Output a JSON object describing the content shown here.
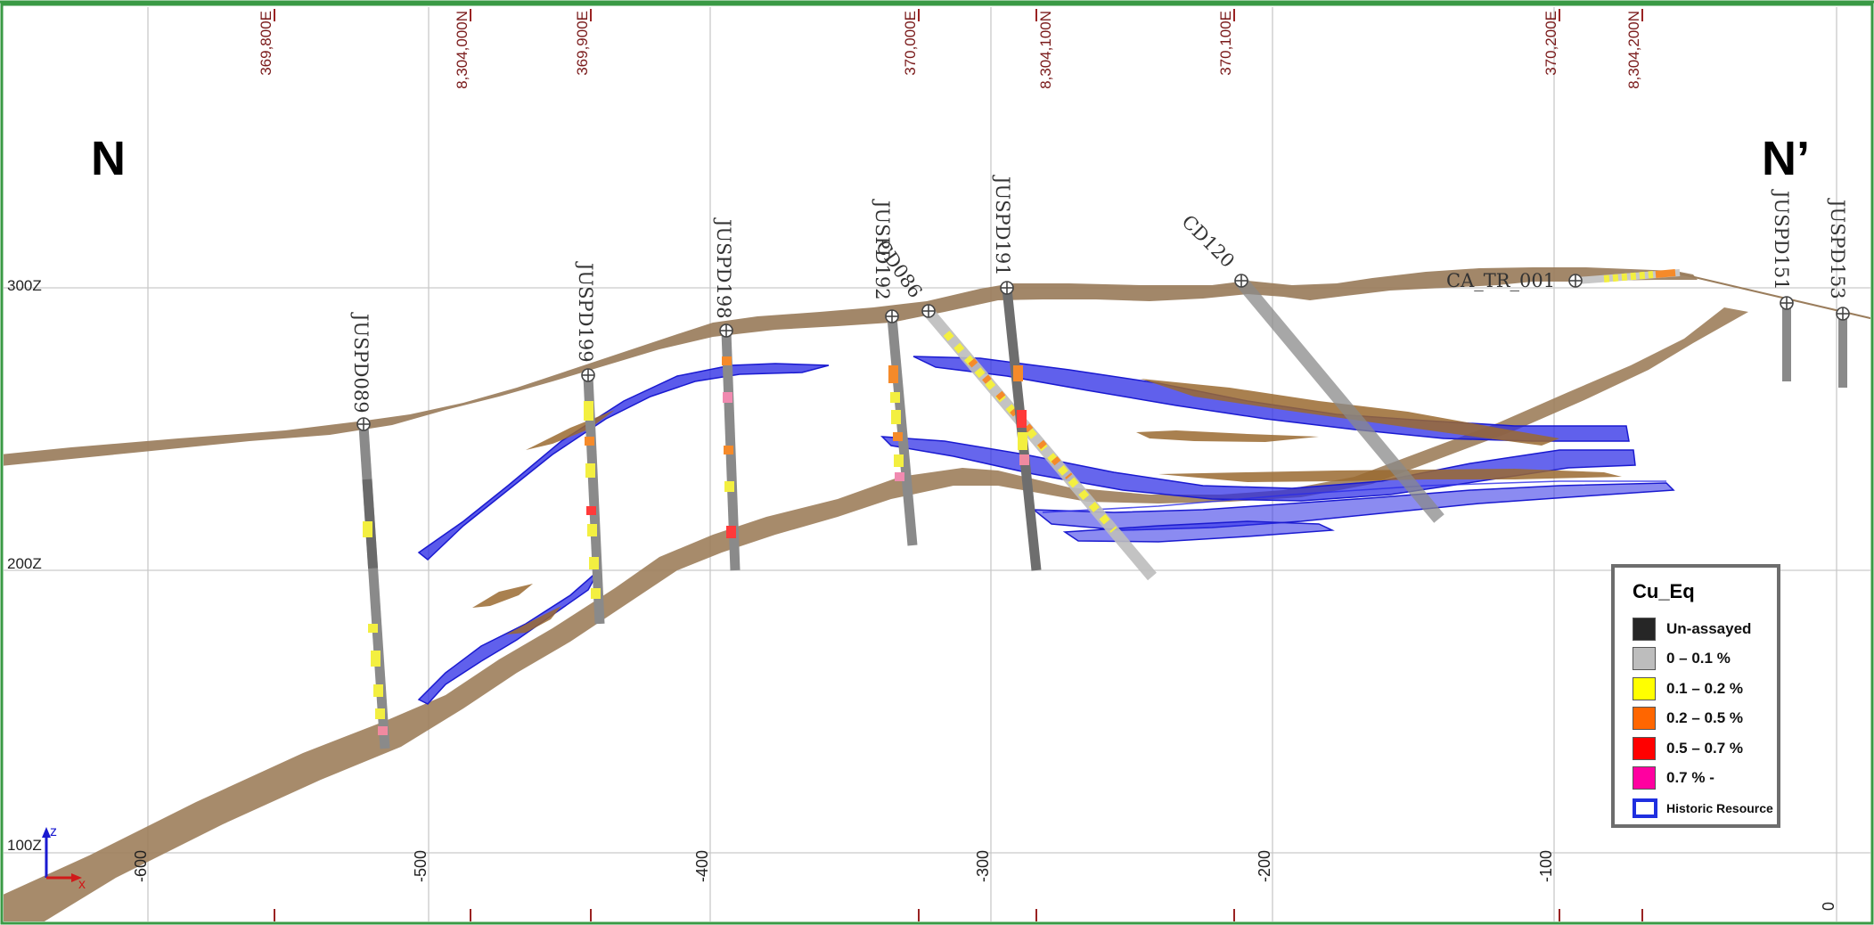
{
  "view": {
    "corner_labels": {
      "left": "N",
      "right": "N’"
    },
    "colors": {
      "frame": "#3a9a45",
      "topo": "#9a7d5c",
      "unit_band": "#9b7b57",
      "resource": "#2a2ae8",
      "hole": "#8c8c8c"
    }
  },
  "axes": {
    "eastings": [
      "369,800E",
      "369,900E",
      "370,000E",
      "370,100E",
      "370,200E"
    ],
    "northings": [
      "8,304,000N",
      "8,304,100N",
      "8,304,200N"
    ],
    "distances": [
      "-600",
      "-500",
      "-400",
      "-300",
      "-200",
      "-100",
      "0"
    ],
    "elevations": [
      "300Z",
      "200Z",
      "100Z"
    ],
    "axis_triad": {
      "z": "z",
      "x": "x"
    }
  },
  "drillholes": [
    {
      "id": "JUSPD089"
    },
    {
      "id": "JUSPD199"
    },
    {
      "id": "JUSPD198"
    },
    {
      "id": "JUSPD192"
    },
    {
      "id": "CD086"
    },
    {
      "id": "JUSPD191"
    },
    {
      "id": "CD120"
    },
    {
      "id": "CA_TR_001"
    },
    {
      "id": "JUSPD151"
    },
    {
      "id": "JUSPD153"
    }
  ],
  "legend": {
    "title": "Cu_Eq",
    "items": [
      {
        "label": "Un-assayed",
        "color": "#262626"
      },
      {
        "label": "0 – 0.1 %",
        "color": "#bdbdbd"
      },
      {
        "label": "0.1 – 0.2 %",
        "color": "#ffff00"
      },
      {
        "label": "0.2 – 0.5 %",
        "color": "#ff6600"
      },
      {
        "label": "0.5 – 0.7 %",
        "color": "#ff0000"
      },
      {
        "label": "0.7 % -",
        "color": "#ff00a0"
      },
      {
        "label": "Historic Resource",
        "color": "#1f2fe0"
      }
    ]
  }
}
